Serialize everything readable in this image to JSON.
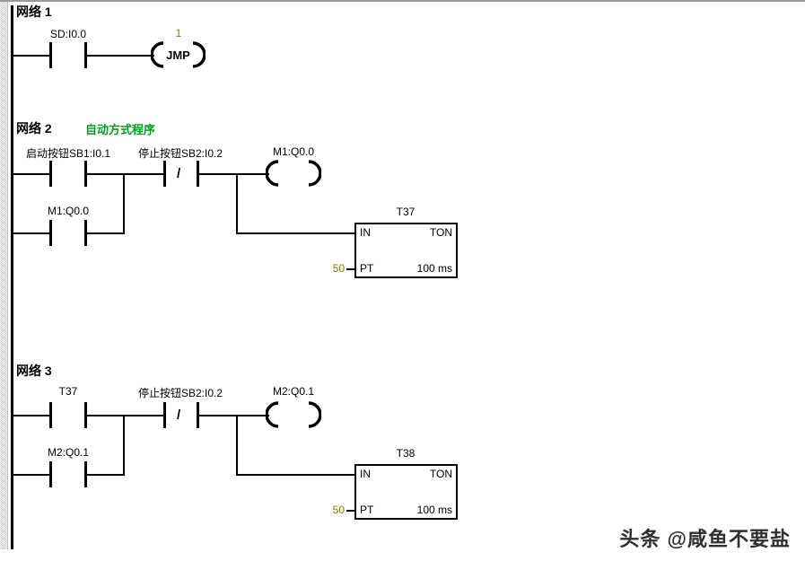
{
  "symbols": {
    "nc_slash": "/"
  },
  "colors": {
    "operand_olive": "#808000",
    "comment_green": "#00a020",
    "line": "#000000"
  },
  "network1": {
    "title": "网络 1",
    "contact1_label": "SD:I0.0",
    "jump_target": "1",
    "jump_label": "JMP"
  },
  "network2": {
    "title": "网络 2",
    "comment": "自动方式程序",
    "contact1_label": "启动按钮SB1:I0.1",
    "contact2_label": "停止按钮SB2:I0.2",
    "coil_label": "M1:Q0.0",
    "parallel_contact_label": "M1:Q0.0",
    "timer": {
      "name": "T37",
      "in_label": "IN",
      "type_label": "TON",
      "pt_label": "PT",
      "pt_value": "50",
      "time_base": "100 ms"
    }
  },
  "network3": {
    "title": "网络 3",
    "contact1_label": "T37",
    "contact2_label": "停止按钮SB2:I0.2",
    "coil_label": "M2:Q0.1",
    "parallel_contact_label": "M2:Q0.1",
    "timer": {
      "name": "T38",
      "in_label": "IN",
      "type_label": "TON",
      "pt_label": "PT",
      "pt_value": "50",
      "time_base": "100 ms"
    }
  },
  "watermark": "头条 @咸鱼不要盐"
}
